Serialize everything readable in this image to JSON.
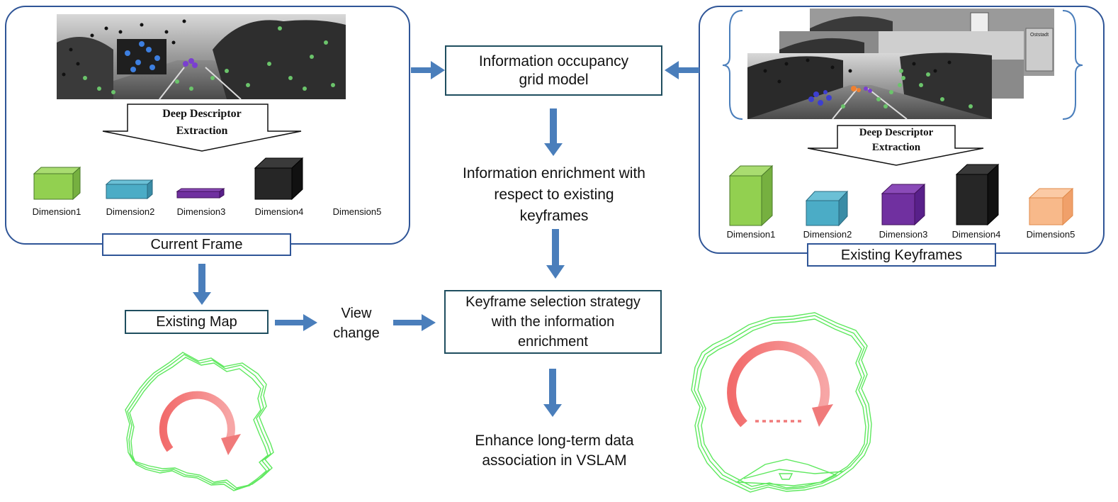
{
  "left_panel": {
    "descriptor_label": "Deep Descriptor Extraction",
    "dimensions": [
      "Dimension1",
      "Dimension2",
      "Dimension3",
      "Dimension4",
      "Dimension5"
    ],
    "title": "Current Frame"
  },
  "right_panel": {
    "descriptor_label": "Deep Descriptor Extraction",
    "dimensions": [
      "Dimension1",
      "Dimension2",
      "Dimension3",
      "Dimension4",
      "Dimension5"
    ],
    "title": "Existing Keyframes",
    "sign_text": "Oststadt"
  },
  "center": {
    "occupancy_box": "Information occupancy grid model",
    "enrichment_text": "Information enrichment with respect to existing keyframes",
    "selection_box": "Keyframe selection strategy with the information enrichment",
    "result_text": "Enhance long-term data association in VSLAM"
  },
  "existing_map": "Existing Map",
  "view_change": "View change",
  "colors": {
    "arrow": "#4a7ebb",
    "panel_border": "#2f5597",
    "box_border": "#1f4e5f",
    "dim1": "#92d050",
    "dim2": "#4bacc6",
    "dim3": "#7030a0",
    "dim4": "#262626",
    "dim5": "#f8b98a",
    "trajectory": "#5ee85e",
    "loop_arrow": "#f08080"
  }
}
